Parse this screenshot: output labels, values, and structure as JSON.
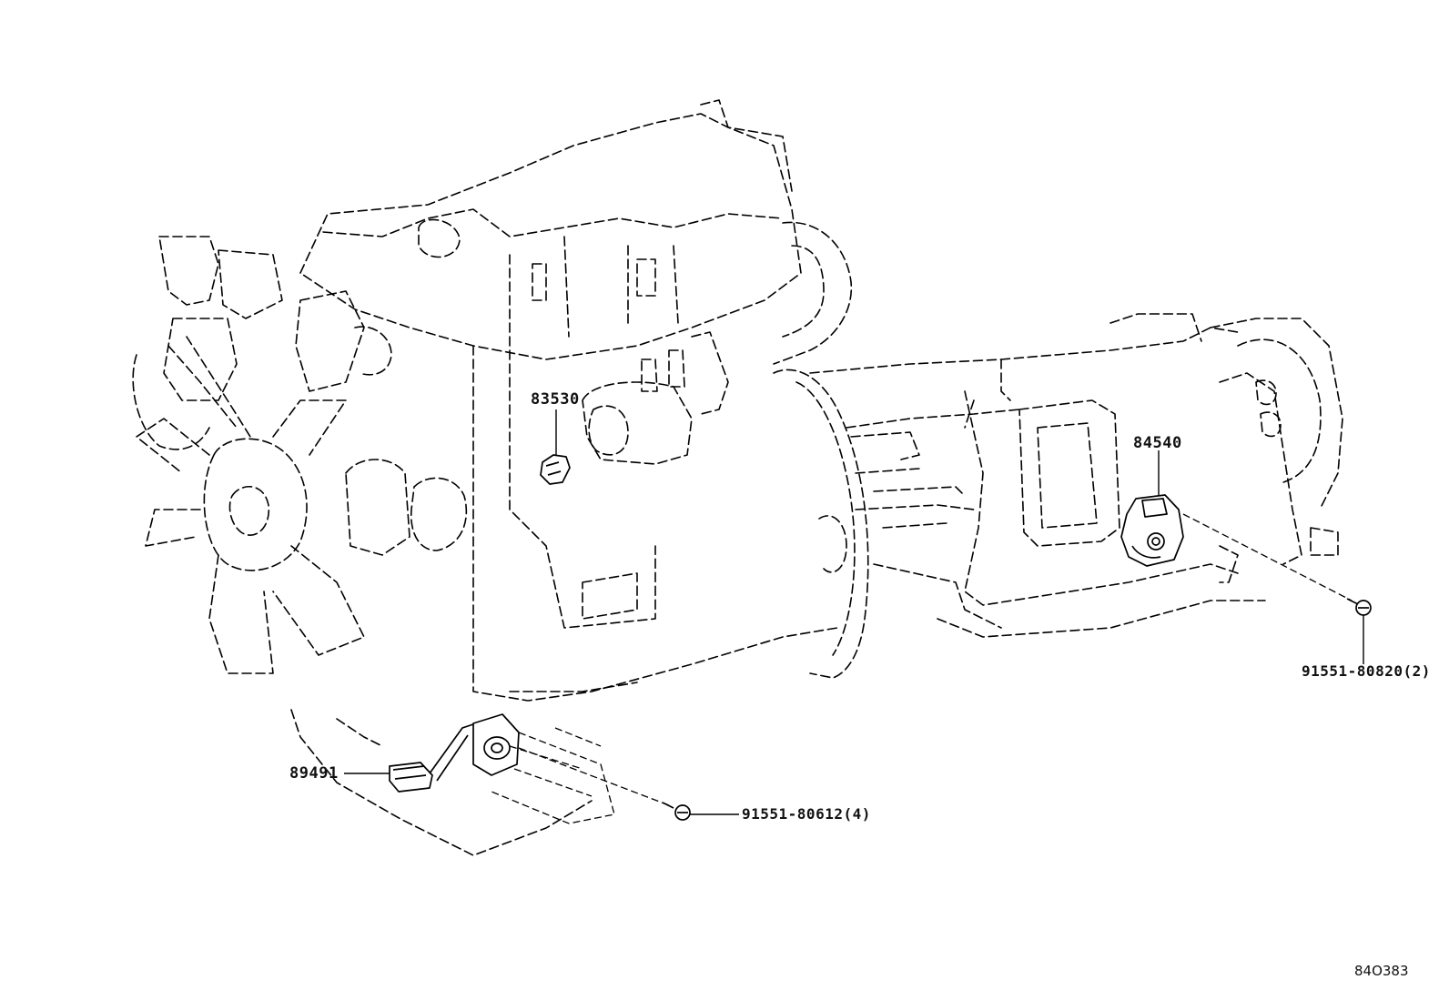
{
  "labels": {
    "p83530": "83530",
    "p84540": "84540",
    "p89491": "89491",
    "bolt_trans": "91551-80820(2)",
    "bolt_engine": "91551-80612(4)"
  },
  "ref_code": "84O383"
}
